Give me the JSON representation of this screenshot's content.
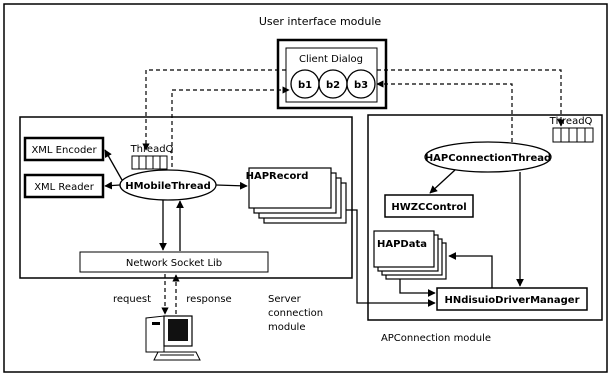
{
  "ui_module": {
    "title": "User interface module",
    "client_dialog": "Client Dialog",
    "buttons": [
      "b1",
      "b2",
      "b3"
    ]
  },
  "server_module": {
    "label_lines": [
      "Server",
      "connection",
      "module"
    ],
    "xml_encoder": "XML Encoder",
    "xml_reader": "XML Reader",
    "threadq": "ThreadQ",
    "hmobile_thread": "HMobileThread",
    "hap_record": "HAPRecord",
    "network_socket_lib": "Network Socket Lib",
    "request": "request",
    "response": "response"
  },
  "ap_module": {
    "label": "APConnection module",
    "threadq": "ThreadQ",
    "hap_connection_thread": "HAPConnectionThread",
    "hwzc_control": "HWZCControl",
    "hap_data": "HAPData",
    "driver_manager": "HNdisuioDriverManager"
  }
}
